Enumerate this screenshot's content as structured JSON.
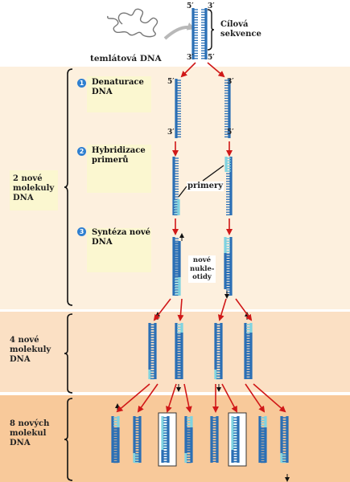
{
  "top": {
    "template_label": "temlátová DNA",
    "target_label": "Cílová sekvence",
    "end_5_top": "5′",
    "end_3_top": "3′",
    "end_3_bottom": "3′",
    "end_5_bottom": "5′"
  },
  "steps": [
    {
      "number": "1",
      "label": "Denaturace DNA"
    },
    {
      "number": "2",
      "label": "Hybridizace primerů"
    },
    {
      "number": "3",
      "label": "Syntéza nové DNA"
    }
  ],
  "strand_ends": {
    "left_top": "5′",
    "right_top": "3′",
    "left_bottom": "3′",
    "right_bottom": "5′"
  },
  "annotations": {
    "primers": "primery",
    "nucleotides": "nové nukle-otidy"
  },
  "stage_labels": {
    "stage1": "2 nové molekuly DNA",
    "stage2": "4 nové molekuly DNA",
    "stage3": "8 nových molekul DNA"
  },
  "colors": {
    "strand_blue": "#2a6fb5",
    "primer_cyan": "#7fd3e0",
    "arrow_red": "#d01818",
    "band1": "#fdf0de",
    "band2": "#fbe0c4",
    "band3": "#f8c99a"
  }
}
